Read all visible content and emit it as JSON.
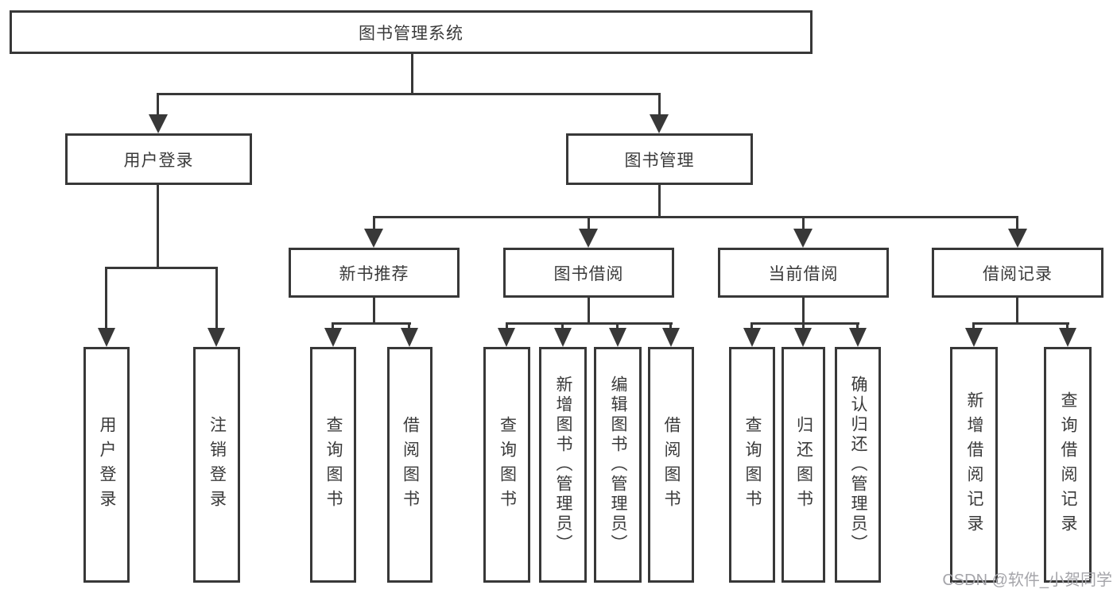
{
  "colors": {
    "line": "#383838",
    "text": "#3a3a3a",
    "watermark": "#a5a5aa",
    "background": "#ffffff"
  },
  "watermark": {
    "text": "CSDN @软件_小贺同学"
  },
  "tree": {
    "root": {
      "label": "图书管理系统"
    },
    "branches": [
      {
        "label": "用户登录",
        "leaves": [
          {
            "label": "用户登录"
          },
          {
            "label": "注销登录"
          }
        ]
      },
      {
        "label": "图书管理",
        "groups": [
          {
            "label": "新书推荐",
            "leaves": [
              {
                "label": "查询图书"
              },
              {
                "label": "借阅图书"
              }
            ]
          },
          {
            "label": "图书借阅",
            "leaves": [
              {
                "label": "查询图书"
              },
              {
                "label": "新增图书（管理员）"
              },
              {
                "label": "编辑图书（管理员）"
              },
              {
                "label": "借阅图书"
              }
            ]
          },
          {
            "label": "当前借阅",
            "leaves": [
              {
                "label": "查询图书"
              },
              {
                "label": "归还图书"
              },
              {
                "label": "确认归还（管理员）"
              }
            ]
          },
          {
            "label": "借阅记录",
            "leaves": [
              {
                "label": "新增借阅记录"
              },
              {
                "label": "查询借阅记录"
              }
            ]
          }
        ]
      }
    ]
  }
}
